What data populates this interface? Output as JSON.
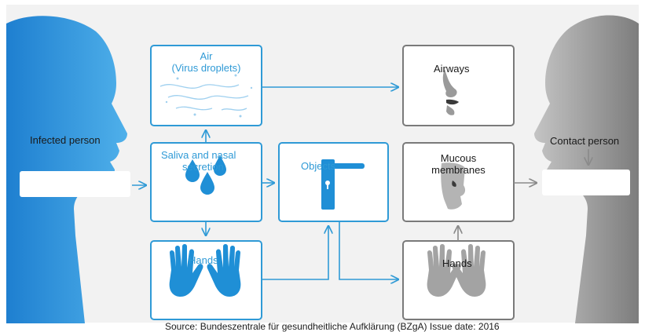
{
  "left_person": {
    "label": "Infected person"
  },
  "right_person": {
    "label": "Contact person"
  },
  "sources": {
    "air": {
      "line1": "Air",
      "line2": "(Virus droplets)"
    },
    "saliva": {
      "line1": "Saliva and nasal",
      "line2": "secretion"
    },
    "hands": {
      "label": "Hands"
    }
  },
  "objects": {
    "label": "Objects"
  },
  "targets": {
    "airways": {
      "label": "Airways"
    },
    "mucous": {
      "line1": "Mucous",
      "line2": "membranes"
    },
    "hands": {
      "label": "Hands"
    }
  },
  "source_note": "Source: Bundeszentrale für gesundheitliche Aufklärung (BZgA) Issue date: 2016",
  "colors": {
    "blue_accent": "#2f9ad6",
    "blue_person": "#2a8fd6",
    "grey_person": "#8f8f8f",
    "panel_bg": "#f2f2f2",
    "grey_box_border": "#7a7a7a"
  },
  "icons": [
    "air-wind-icon",
    "droplets-icon",
    "blue-hands-icon",
    "door-handle-icon",
    "nose-icon",
    "mouth-icon",
    "grey-hands-icon"
  ]
}
